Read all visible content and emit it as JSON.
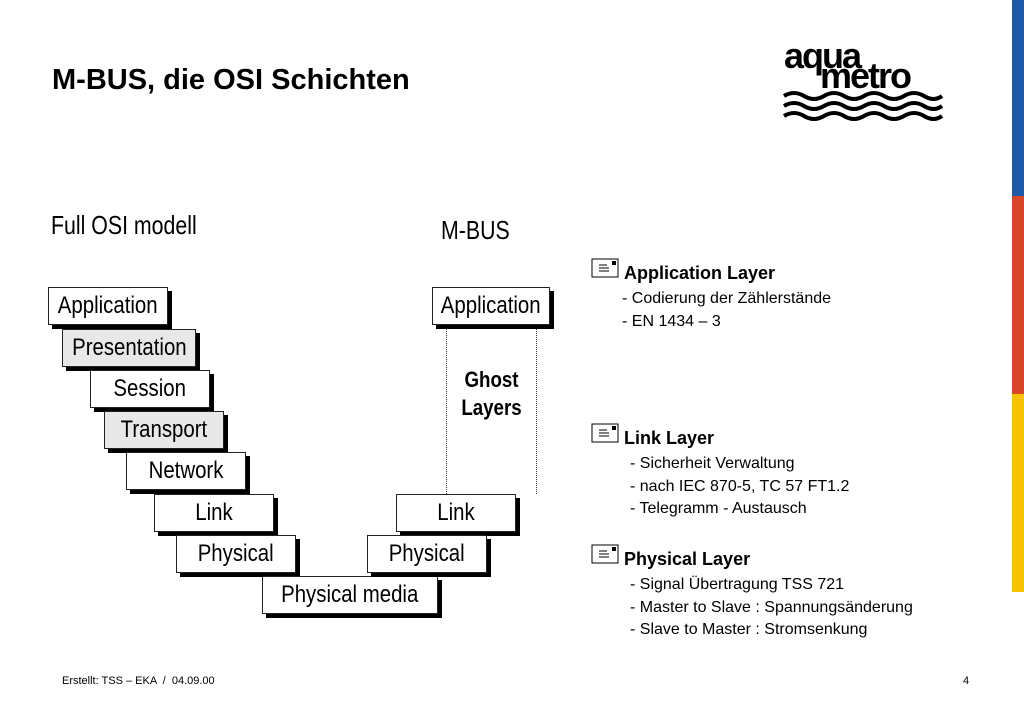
{
  "slide": {
    "title": "M-BUS, die OSI Schichten",
    "footer_left": "Erstellt: TSS – EKA  /  04.09.00",
    "page_number": "4"
  },
  "logo": {
    "word_top": "aqua",
    "word_bottom": "metro"
  },
  "colors": {
    "stripe_blue": "#1e5aa8",
    "stripe_red": "#d9452a",
    "stripe_yellow": "#f7c200",
    "layer_gray": "#e8e8e8"
  },
  "osi": {
    "heading": "Full OSI modell",
    "layers": [
      "Application",
      "Presentation",
      "Session",
      "Transport",
      "Network",
      "Link",
      "Physical"
    ],
    "shared_media": "Physical media"
  },
  "mbus": {
    "heading": "M-BUS",
    "layers": [
      "Application",
      "Link",
      "Physical"
    ],
    "ghost_line1": "Ghost",
    "ghost_line2": "Layers"
  },
  "notes": [
    {
      "title": "Application Layer",
      "lines": [
        "- Codierung der Zählerstände",
        "- EN 1434 – 3"
      ]
    },
    {
      "title": "Link Layer",
      "lines": [
        "- Sicherheit Verwaltung",
        "- nach IEC 870-5, TC 57 FT1.2",
        "- Telegramm - Austausch"
      ]
    },
    {
      "title": "Physical Layer",
      "lines": [
        "- Signal Übertragung TSS 721",
        "- Master to Slave : Spannungsänderung",
        "- Slave to Master : Stromsenkung"
      ]
    }
  ]
}
